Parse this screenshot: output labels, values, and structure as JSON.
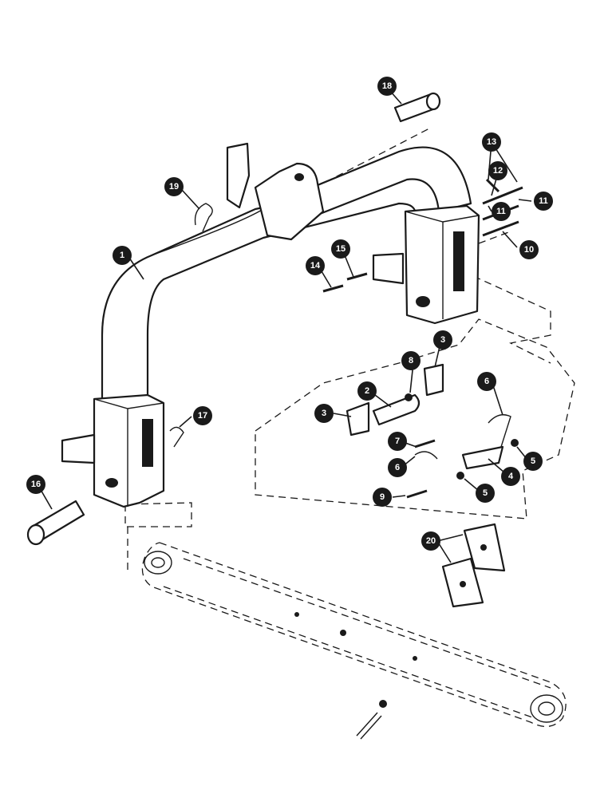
{
  "diagram": {
    "callouts": [
      {
        "id": "c1",
        "label": "1"
      },
      {
        "id": "c2",
        "label": "2"
      },
      {
        "id": "c3a",
        "label": "3"
      },
      {
        "id": "c3b",
        "label": "3"
      },
      {
        "id": "c4",
        "label": "4"
      },
      {
        "id": "c5a",
        "label": "5"
      },
      {
        "id": "c5b",
        "label": "5"
      },
      {
        "id": "c6a",
        "label": "6"
      },
      {
        "id": "c6b",
        "label": "6"
      },
      {
        "id": "c7",
        "label": "7"
      },
      {
        "id": "c8",
        "label": "8"
      },
      {
        "id": "c9",
        "label": "9"
      },
      {
        "id": "c10",
        "label": "10"
      },
      {
        "id": "c11a",
        "label": "11"
      },
      {
        "id": "c11b",
        "label": "11"
      },
      {
        "id": "c12",
        "label": "12"
      },
      {
        "id": "c13",
        "label": "13"
      },
      {
        "id": "c14",
        "label": "14"
      },
      {
        "id": "c15",
        "label": "15"
      },
      {
        "id": "c16",
        "label": "16"
      },
      {
        "id": "c17",
        "label": "17"
      },
      {
        "id": "c18",
        "label": "18"
      },
      {
        "id": "c19",
        "label": "19"
      },
      {
        "id": "c20",
        "label": "20"
      }
    ]
  }
}
